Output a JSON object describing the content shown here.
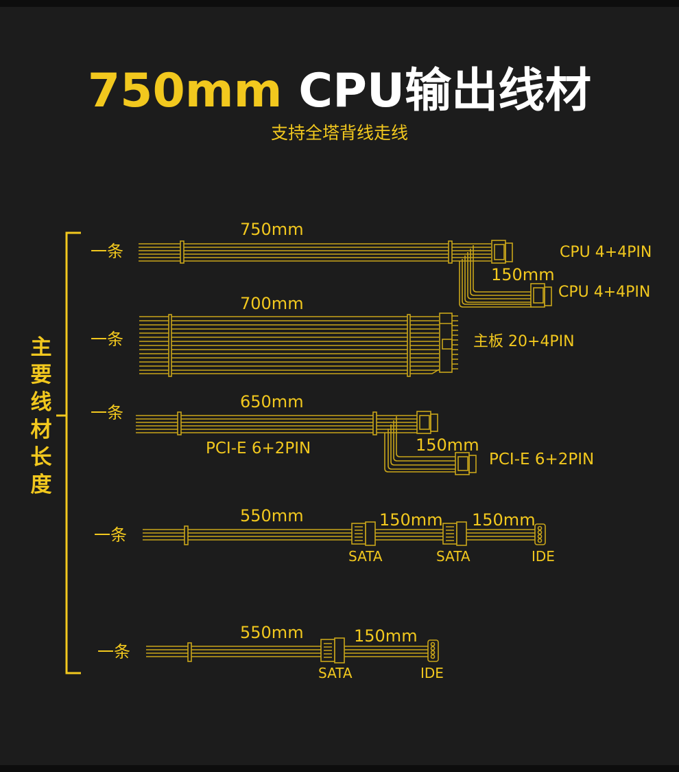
{
  "header": {
    "title_highlight": "750mm",
    "title_rest": "CPU输出线材",
    "subtitle": "支持全塔背线走线"
  },
  "side_label": "主要线材长度",
  "colors": {
    "background": "#1c1c1c",
    "accent": "#f2c81e",
    "title_white": "#ffffff"
  },
  "cables": [
    {
      "count": "一条",
      "main_length": "750mm",
      "branch_length": "150mm",
      "connectors": [
        "CPU 4+4PIN",
        "CPU 4+4PIN"
      ]
    },
    {
      "count": "一条",
      "main_length": "700mm",
      "connectors": [
        "主板 20+4PIN"
      ]
    },
    {
      "count": "一条",
      "main_length": "650mm",
      "cable_name": "PCI-E 6+2PIN",
      "branch_length": "150mm",
      "connectors": [
        "PCI-E 6+2PIN"
      ]
    },
    {
      "count": "一条",
      "main_length": "550mm",
      "segment_lengths": [
        "150mm",
        "150mm"
      ],
      "connectors": [
        "SATA",
        "SATA",
        "IDE"
      ]
    },
    {
      "count": "一条",
      "main_length": "550mm",
      "segment_lengths": [
        "150mm"
      ],
      "connectors": [
        "SATA",
        "IDE"
      ]
    }
  ]
}
